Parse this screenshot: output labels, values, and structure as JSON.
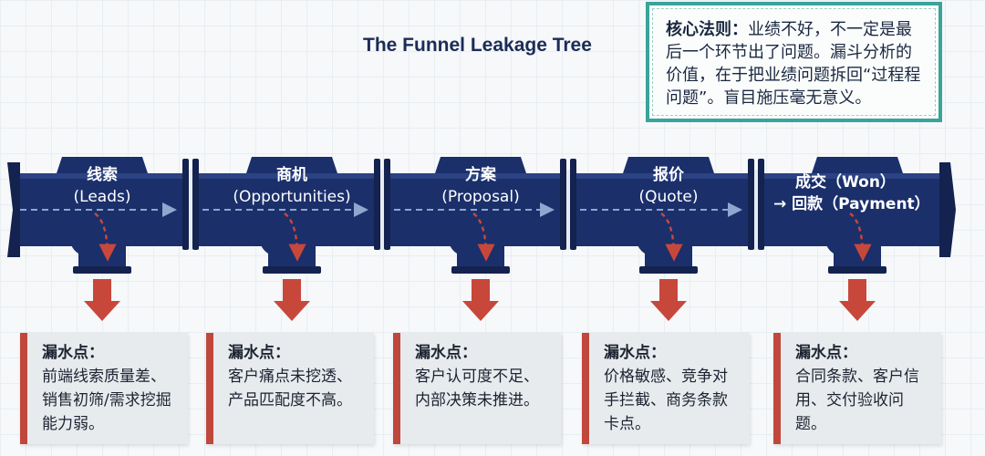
{
  "title": "The Funnel Leakage Tree",
  "rule": {
    "prefix": "核心法则：",
    "text": "业绩不好，不一定是最后一个环节出了问题。漏斗分析的价值，在于把业绩问题拆回“过程程问题”。盲目施压毫无意义。"
  },
  "stages": [
    {
      "zh": "线索",
      "en": "(Leads)",
      "leak_head": "漏水点：",
      "leak_text": "前端线索质量差、销售初筛/需求挖掘能力弱。"
    },
    {
      "zh": "商机",
      "en": "(Opportunities)",
      "leak_head": "漏水点：",
      "leak_text": "客户痛点未挖透、产品匹配度不高。"
    },
    {
      "zh": "方案",
      "en": "(Proposal)",
      "leak_head": "漏水点：",
      "leak_text": "客户认可度不足、内部决策未推进。"
    },
    {
      "zh": "报价",
      "en": "(Quote)",
      "leak_head": "漏水点：",
      "leak_text": "价格敏感、竞争对手拦截、商务条款卡点。"
    },
    {
      "zh": "成交（Won）",
      "zh2": "→ 回款（Payment）",
      "leak_head": "漏水点：",
      "leak_text": "合同条款、客户信用、交付验收问题。"
    }
  ],
  "colors": {
    "pipe": "#1b2f6b",
    "pipe_dark": "#13224f",
    "arrow": "#c8473b",
    "teal": "#3aa39b"
  }
}
